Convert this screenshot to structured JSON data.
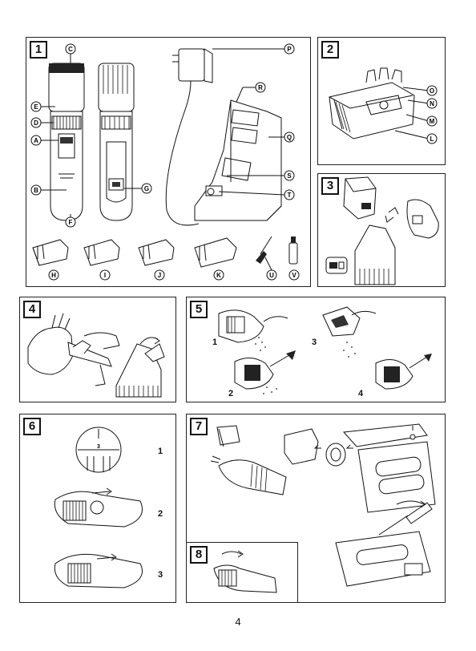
{
  "panels": {
    "p1": {
      "num": "1"
    },
    "p2": {
      "num": "2"
    },
    "p3": {
      "num": "3"
    },
    "p4": {
      "num": "4"
    },
    "p5": {
      "num": "5"
    },
    "p6": {
      "num": "6"
    },
    "p7": {
      "num": "7"
    },
    "p8": {
      "num": "8"
    }
  },
  "callouts_p1": {
    "C": "C",
    "E": "E",
    "D": "D",
    "A": "A",
    "B": "B",
    "F": "F",
    "G": "G",
    "P": "P",
    "R": "R",
    "Q": "Q",
    "S": "S",
    "T": "T",
    "H": "H",
    "I": "I",
    "J": "J",
    "K": "K",
    "U": "U",
    "V": "V"
  },
  "callouts_p2": {
    "O": "O",
    "N": "N",
    "M": "M",
    "L": "L"
  },
  "steps_p5": {
    "s1": "1",
    "s2": "2",
    "s3": "3",
    "s4": "4"
  },
  "steps_p6": {
    "s1": "1",
    "s2": "2",
    "s3": "3",
    "dial": "3"
  },
  "page_number": "4"
}
